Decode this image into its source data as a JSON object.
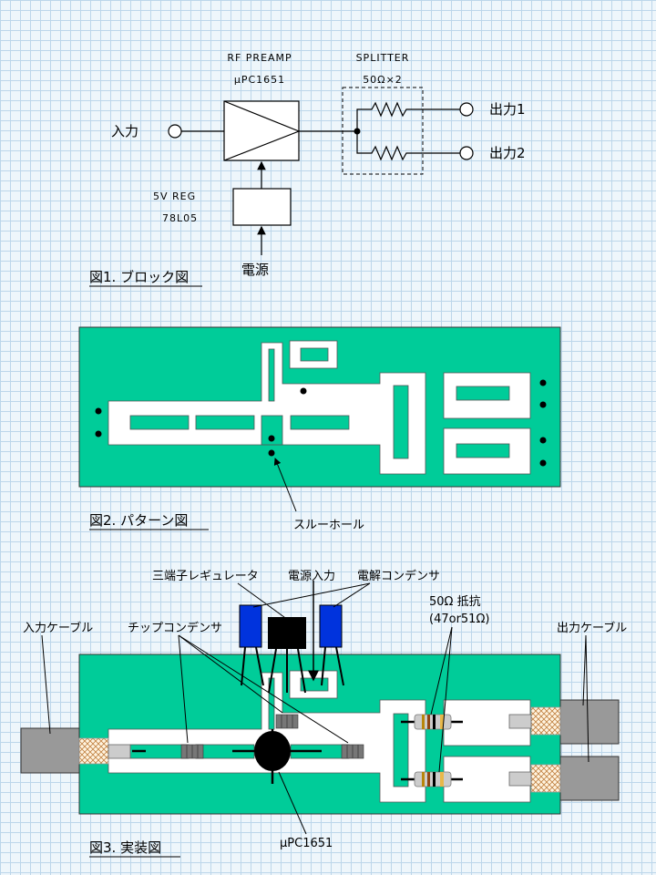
{
  "fig1": {
    "caption": "図1. ブロック図",
    "preamp_title": "RF PREAMP",
    "preamp_part": "μPC1651",
    "splitter_title": "SPLITTER",
    "splitter_value": "50Ω×2",
    "input": "入力",
    "output1": "出力1",
    "output2": "出力2",
    "reg_title": "5V REG",
    "reg_part": "78L05",
    "power": "電源"
  },
  "fig2": {
    "caption": "図2. パターン図",
    "via_label": "スルーホール"
  },
  "fig3": {
    "caption": "図3. 実装図",
    "regulator": "三端子レギュレータ",
    "power_input": "電源入力",
    "electrolytic": "電解コンデンサ",
    "resistor": "50Ω 抵抗",
    "resistor_note": "(47or51Ω)",
    "input_cable": "入力ケーブル",
    "chip_cap": "チップコンデンサ",
    "output_cable": "出力ケーブル",
    "ic_label": "μPC1651"
  },
  "colors": {
    "board": "#00cc99",
    "trace": "#ffffff",
    "blue_cap": "#0033dd",
    "cable": "#999999"
  }
}
